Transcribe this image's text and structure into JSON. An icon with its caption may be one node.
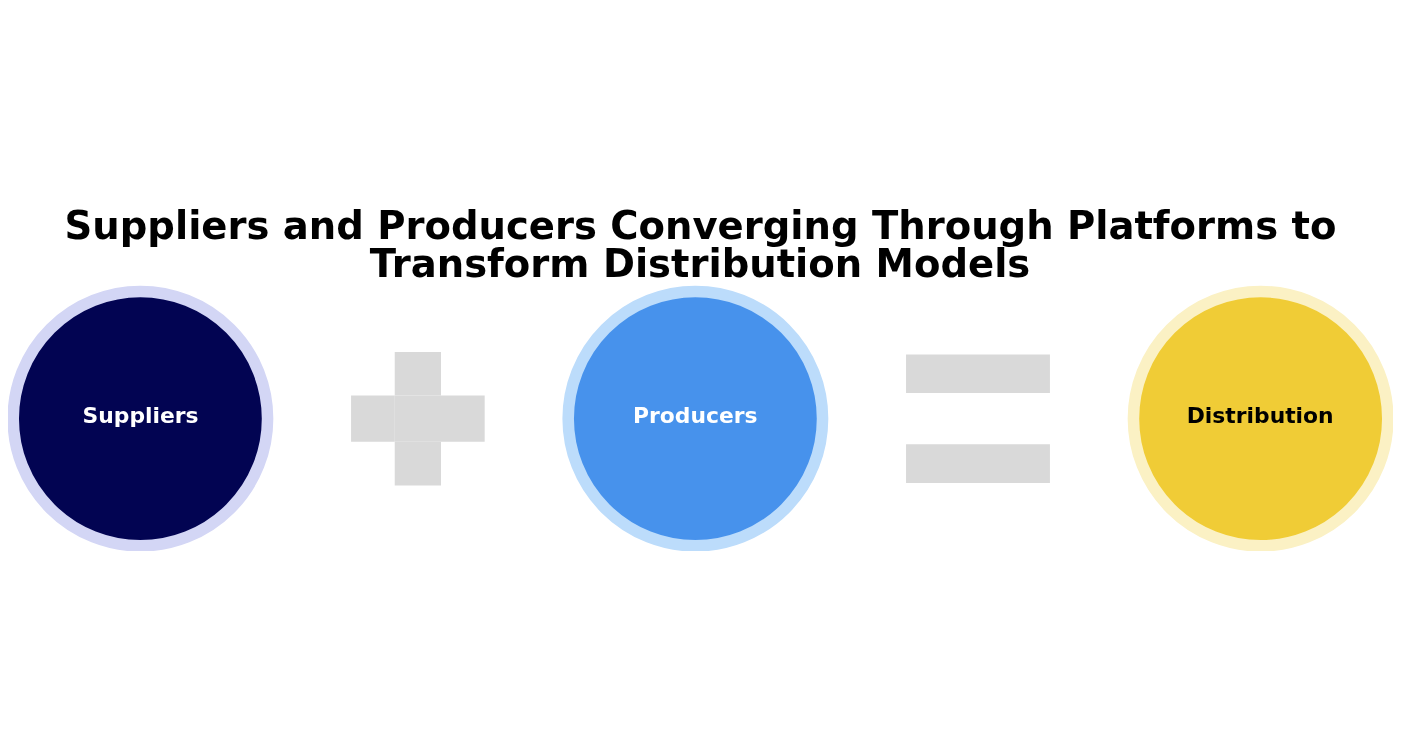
{
  "diagram": {
    "title": "Suppliers and Producers Converging Through Platforms to Transform Distribution Models",
    "nodes": [
      {
        "text": [
          "Suppliers"
        ]
      },
      {
        "text": [],
        "shape": "plus"
      },
      {
        "text": [
          "Producers"
        ]
      },
      {
        "text": [],
        "shape": "equals"
      },
      {
        "text": [
          "Distribution"
        ]
      }
    ]
  }
}
